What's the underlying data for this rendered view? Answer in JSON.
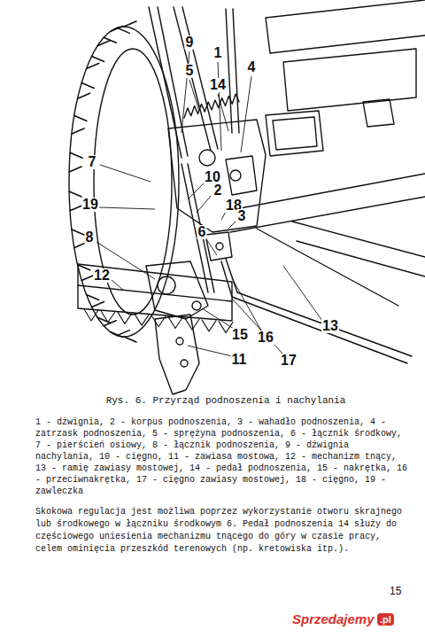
{
  "diagram": {
    "caption": "Rys. 6. Przyrząd podnoszenia i nachylania",
    "labels": [
      "9",
      "1",
      "4",
      "5",
      "14",
      "7",
      "19",
      "10",
      "2",
      "18",
      "3",
      "6",
      "8",
      "12",
      "15",
      "16",
      "13",
      "11",
      "17",
      "1 - dźwignia, 2 - korpus podnoszenia, 3 - wahadło podnoszenia, 4 - zatrzask podnoszenia, 5 - sprężyna podnoszenia, 6 - łącznik środkowy, 7 - pierścień osiowy, 8 - łącznik podnoszenia, 9 - dźwignia nachylania, 10 - cięgno, 11 - zawiasa mostowa, 12 - mechanizm tnący, 13 - ramię zawiasy mostowej, 14 - pedał podnoszenia, 15 - nakrętka, 16 - przeciwnakrętka, 17 - cięgno zawiasy mostowej, 18 - cięgno, 19 - zawleczka",
      "Skokowa regulacja jest możliwa poprzez wykorzystanie otworu skrajnego lub środkowego w łączniku środkowym 6. Pedał podnoszenia 14 służy do częściowego uniesienia mechanizmu tnącego do góry w czasie pracy, celem ominięcia przeszkód terenowych (np. kretowiska itp.).",
      "15",
      "Sprzedajemy",
      ".pl"
    ]
  }
}
